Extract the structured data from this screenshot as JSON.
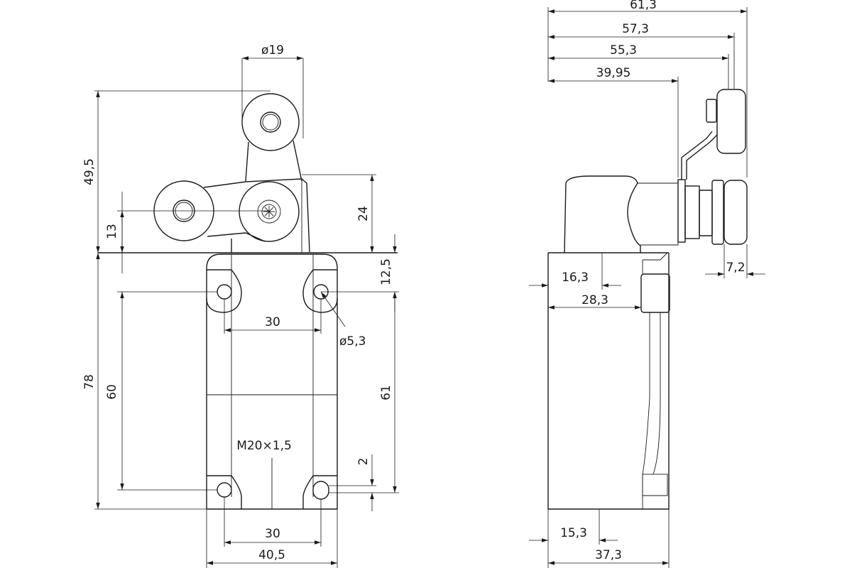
{
  "front": {
    "roller_diameter": "ø19",
    "height_total": "49,5",
    "height_pivot": "24",
    "height_offset": "13",
    "head_height": "12,5",
    "hole_diameter": "ø5,3",
    "body_height": "78",
    "hole_v_left": "60",
    "hole_v_right": "61",
    "hole_h_top": "30",
    "hole_h_bottom": "30",
    "width": "40,5",
    "thread": "M20×1,5",
    "small": "2"
  },
  "side": {
    "d1": "61,3",
    "d2": "57,3",
    "d3": "55,3",
    "d4": "39,95",
    "d5": "16,3",
    "d6": "28,3",
    "d7": "7,2",
    "d8": "15,3",
    "d9": "37,3"
  }
}
